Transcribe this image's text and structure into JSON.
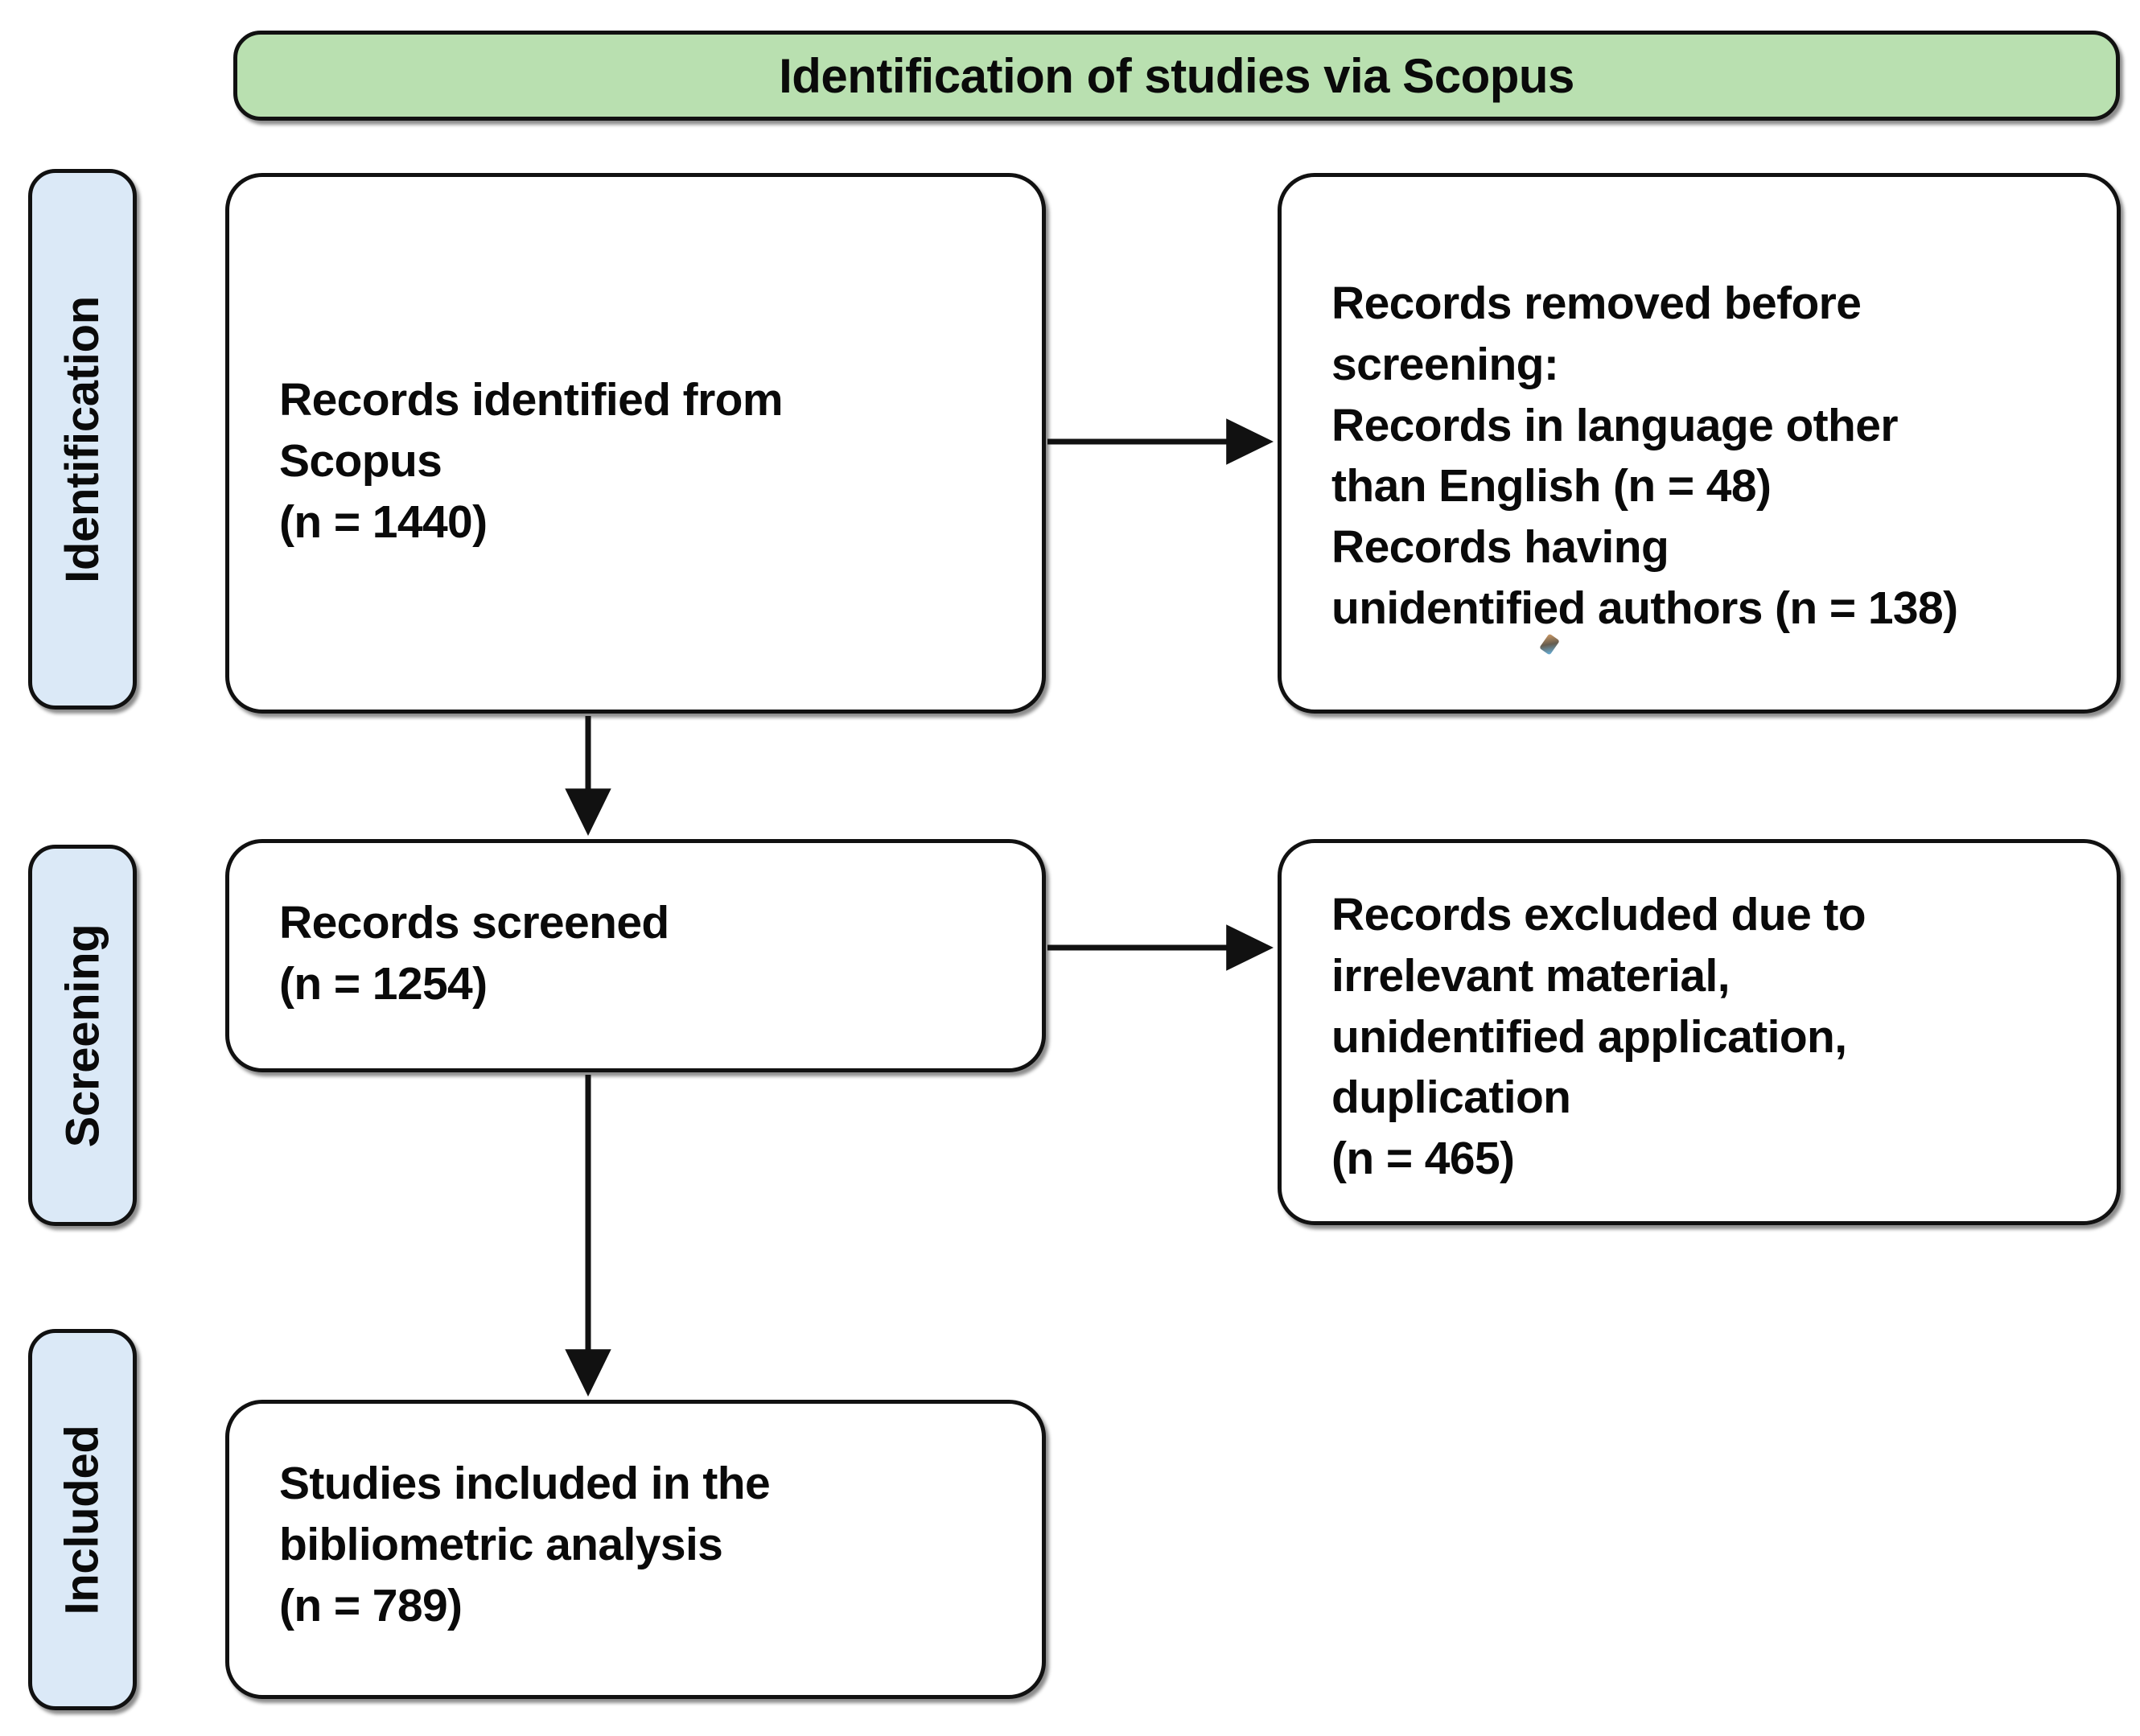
{
  "diagram": {
    "type": "prisma-flow-diagram",
    "header": {
      "title": "Identification of studies via Scopus",
      "fill": "#b9e0b0"
    },
    "stages": [
      {
        "id": "identification",
        "label": "Identification",
        "fill": "#dbe9f7"
      },
      {
        "id": "screening",
        "label": "Screening",
        "fill": "#dbe9f7"
      },
      {
        "id": "included",
        "label": "Included",
        "fill": "#dbe9f7"
      }
    ],
    "nodes": [
      {
        "id": "records-identified",
        "text": "Records identified from\nScopus\n(n = 1440)"
      },
      {
        "id": "records-removed",
        "text": "Records removed before\nscreening:\n   Records in language other\n   than English (n = 48)\n   Records having\n   unidentified authors (n = 138)"
      },
      {
        "id": "records-screened",
        "text": "Records screened\n(n = 1254)"
      },
      {
        "id": "records-excluded",
        "text": "Records excluded due to\nirrelevant material,\nunidentified application,\nduplication\n(n = 465)"
      },
      {
        "id": "studies-included",
        "text": "Studies included in the\nbibliometric analysis\n(n = 789)"
      }
    ],
    "counts": {
      "identified": 1440,
      "removed_non_english": 48,
      "removed_unidentified_authors": 138,
      "screened": 1254,
      "excluded": 465,
      "included": 789
    },
    "edges": [
      {
        "from": "records-identified",
        "to": "records-removed",
        "direction": "right"
      },
      {
        "from": "records-identified",
        "to": "records-screened",
        "direction": "down"
      },
      {
        "from": "records-screened",
        "to": "records-excluded",
        "direction": "right"
      },
      {
        "from": "records-screened",
        "to": "studies-included",
        "direction": "down"
      }
    ],
    "style": {
      "border": "#111111",
      "node_fill": "#ffffff",
      "text": "#0a0a0a"
    }
  }
}
